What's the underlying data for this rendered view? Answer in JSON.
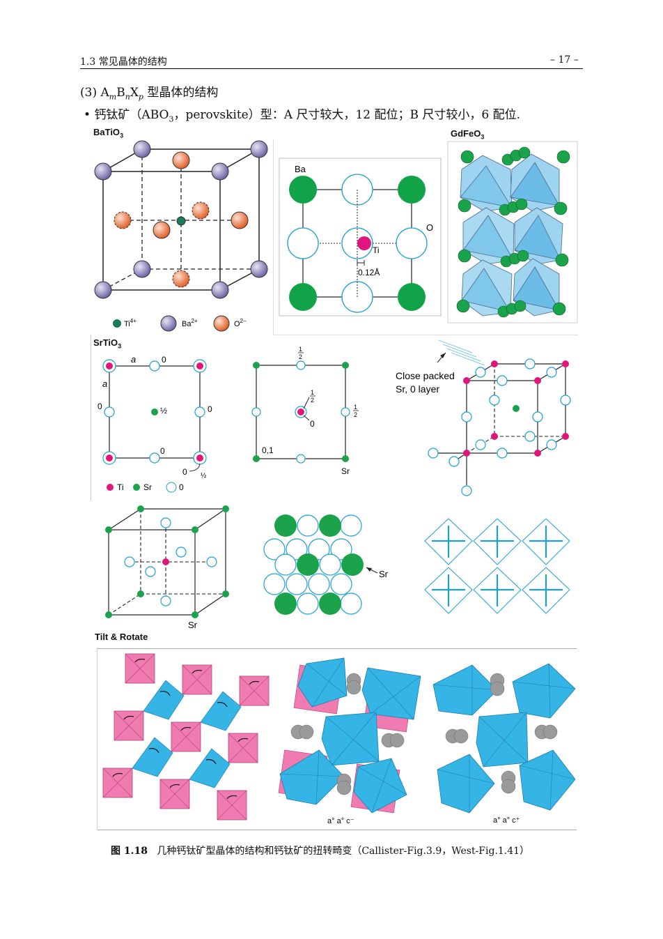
{
  "header": {
    "section": "1.3   常见晶体的结构",
    "page": "– 17 –"
  },
  "subsection": {
    "num": "(3)",
    "title_prefix": "A",
    "m": "m",
    "b": "B",
    "n": "n",
    "x": "X",
    "p": "p",
    "title_suffix": " 型晶体的结构"
  },
  "bullet": {
    "symbol": "•",
    "text_a": "钙钛矿（ABO",
    "sub3": "3",
    "text_b": "，perovskite）型：A 尺寸较大，12 配位；B 尺寸较小，6 配位."
  },
  "panels": {
    "batio3": {
      "label": "BaTiO",
      "sub": "3"
    },
    "gdfeo3": {
      "label": "GdFeO",
      "sub": "3"
    },
    "srtio3": {
      "label": "SrTiO",
      "sub": "3"
    },
    "tilt": {
      "label": "Tilt & Rotate"
    }
  },
  "legend_batio3": {
    "ti": "Ti",
    "ti_sup": "4+",
    "ba": "Ba",
    "ba_sup": "2+",
    "o": "O",
    "o_sup": "2–"
  },
  "plan": {
    "ba": "Ba",
    "ti": "Ti",
    "o": "O",
    "shift": "0.12Å"
  },
  "sr1": {
    "a_top": "a",
    "zero_top": "0",
    "a_left": "a",
    "zero_left": "0",
    "half": "½",
    "zero_right": "0",
    "zero_bot": "0",
    "zero_corner": "0",
    "half_corner": "½"
  },
  "sr_legend": {
    "ti": "Ti",
    "sr": "Sr",
    "o": "0"
  },
  "sr2": {
    "half_num": "1",
    "half_den": "2",
    "center_num": "1",
    "center_den": "2",
    "zero": "0",
    "right_num": "1",
    "right_den": "2",
    "zero_one": "0,1",
    "sr": "Sr"
  },
  "sr3": {
    "close_packed_1": "Close packed",
    "close_packed_2": "Sr, 0 layer"
  },
  "cube_bottom": {
    "sr": "Sr"
  },
  "layer": {
    "sr": "Sr"
  },
  "tilt_labels": {
    "mid": "a° a° c⁻",
    "right": "a° a° c⁺"
  },
  "caption": {
    "num": "图 1.18",
    "text": "几种钙钛矿型晶体的结构和钙钛矿的扭转畸变（Callister-Fig.3.9，West-Fig.1.41）"
  },
  "colors": {
    "ba": "#9c97c8",
    "o": "#f08a5d",
    "ti_dark": "#1a7a5a",
    "green": "#1aa34a",
    "magenta": "#e0157f",
    "cyan": "#1a9fd8",
    "octa": "#7fc8ec",
    "pink": "#ef7bb0"
  }
}
